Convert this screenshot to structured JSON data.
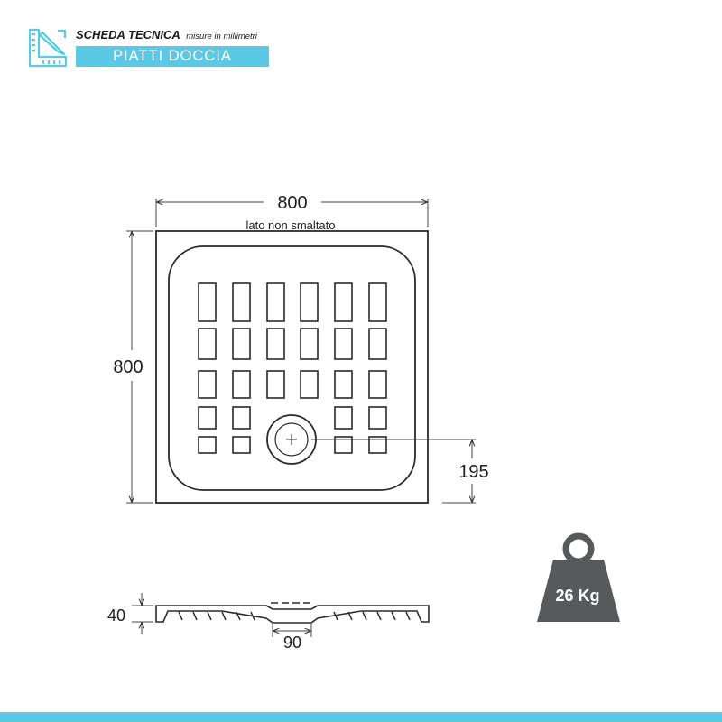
{
  "header": {
    "title": "SCHEDA TECNICA",
    "subtitle": "misure in millimetri",
    "banner": "PIATTI DOCCIA",
    "icon": "ruler-pencil-icon",
    "accent_color": "#5bc8e6"
  },
  "plan": {
    "width_label": "800",
    "side_note": "lato non smaltato",
    "height_label": "800",
    "drain_offset_label": "195",
    "drain_icon": "drain-icon"
  },
  "section": {
    "height_label": "40",
    "drain_label": "90"
  },
  "weight": {
    "label": "26 Kg",
    "icon": "weight-icon",
    "color": "#58595b"
  }
}
